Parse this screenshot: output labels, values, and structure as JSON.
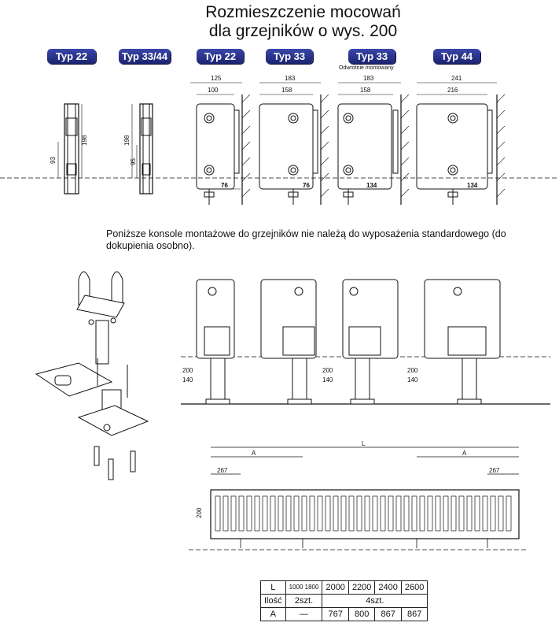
{
  "title": {
    "line1": "Rozmieszczenie mocowań",
    "line2": "dla grzejników o wys. 200"
  },
  "badges": [
    "Typ 22",
    "Typ 33/44",
    "Typ 22",
    "Typ 33",
    "Typ 33",
    "Typ 44"
  ],
  "badge_note": "Odwrotnie montowany",
  "bracket_dims": {
    "a_height": "198",
    "a_low": "93",
    "b_height": "198",
    "b_low": "95"
  },
  "section_dims": [
    {
      "outer": "125",
      "inner": "100",
      "bottom": "76"
    },
    {
      "outer": "183",
      "inner": "158",
      "bottom": "76"
    },
    {
      "outer": "183",
      "inner": "158",
      "bottom": "134"
    },
    {
      "outer": "241",
      "inner": "216",
      "bottom": "134"
    }
  ],
  "paragraph": "Poniższe konsole montażowe do grzejników  nie należą do wyposażenia standardowego (do dokupienia osobno).",
  "stand_dims": {
    "h1": "200",
    "h2": "140"
  },
  "front_dims": {
    "L": "L",
    "A": "A",
    "edge": "267",
    "height": "200"
  },
  "table": {
    "rows": [
      [
        "L",
        "1000 1800",
        "2000",
        "2200",
        "2400",
        "2600"
      ],
      [
        "Ilość",
        "2szt.",
        "4szt."
      ],
      [
        "A",
        "—",
        "767",
        "800",
        "867",
        "867"
      ]
    ]
  }
}
